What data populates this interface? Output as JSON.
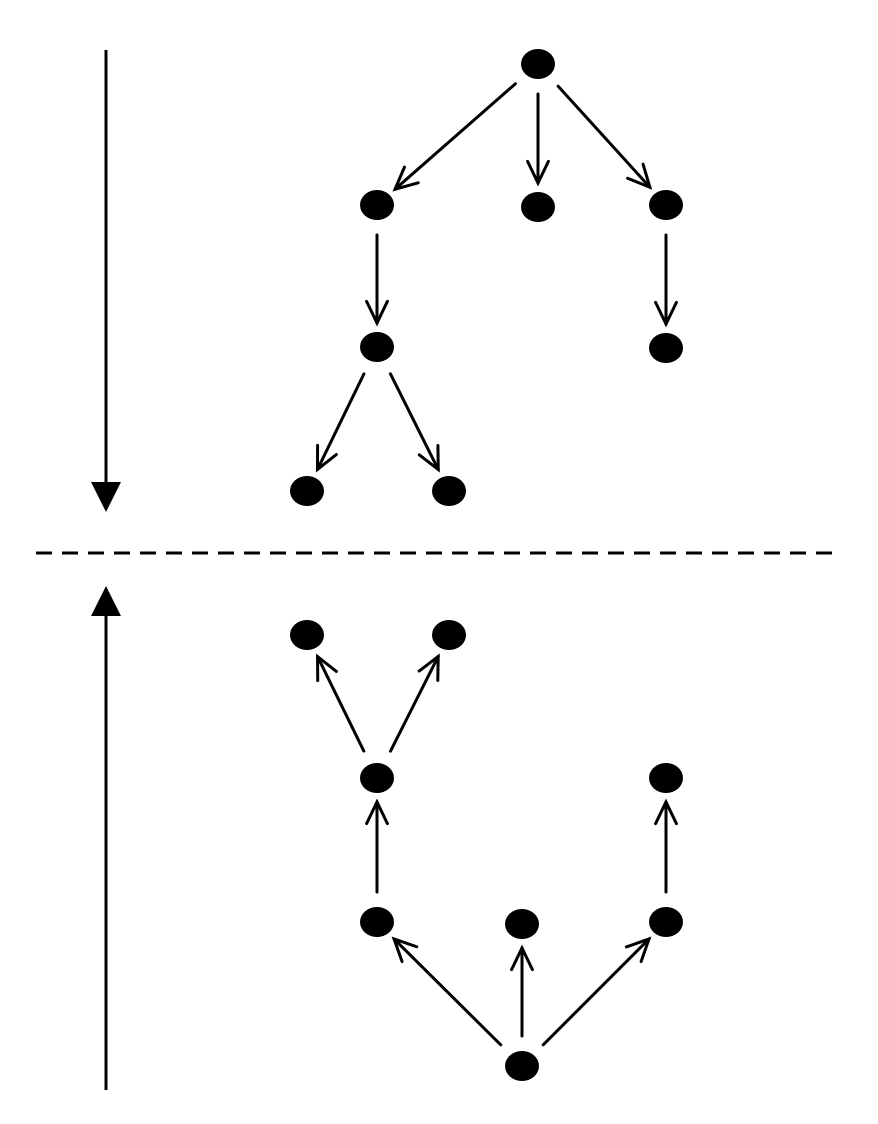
{
  "diagram": {
    "type": "tree",
    "colors": {
      "ink": "#000000",
      "background": "#ffffff"
    },
    "trees": [
      {
        "name": "top-down-tree",
        "direction": "down",
        "nodes": [
          "t0",
          "t1",
          "t2",
          "t3",
          "t4",
          "t5",
          "t6",
          "t7"
        ],
        "edges": [
          [
            "t0",
            "t1"
          ],
          [
            "t0",
            "t2"
          ],
          [
            "t0",
            "t3"
          ],
          [
            "t1",
            "t4"
          ],
          [
            "t3",
            "t5"
          ],
          [
            "t4",
            "t6"
          ],
          [
            "t4",
            "t7"
          ]
        ]
      },
      {
        "name": "bottom-up-tree",
        "direction": "up",
        "nodes": [
          "b0",
          "b1",
          "b2",
          "b3",
          "b4",
          "b5",
          "b6",
          "b7"
        ],
        "edges": [
          [
            "b0",
            "b1"
          ],
          [
            "b0",
            "b2"
          ],
          [
            "b0",
            "b3"
          ],
          [
            "b1",
            "b4"
          ],
          [
            "b3",
            "b5"
          ],
          [
            "b4",
            "b6"
          ],
          [
            "b4",
            "b7"
          ]
        ]
      }
    ],
    "separator": "dashed-line",
    "side_arrows": [
      "downward-arrow",
      "upward-arrow"
    ]
  }
}
